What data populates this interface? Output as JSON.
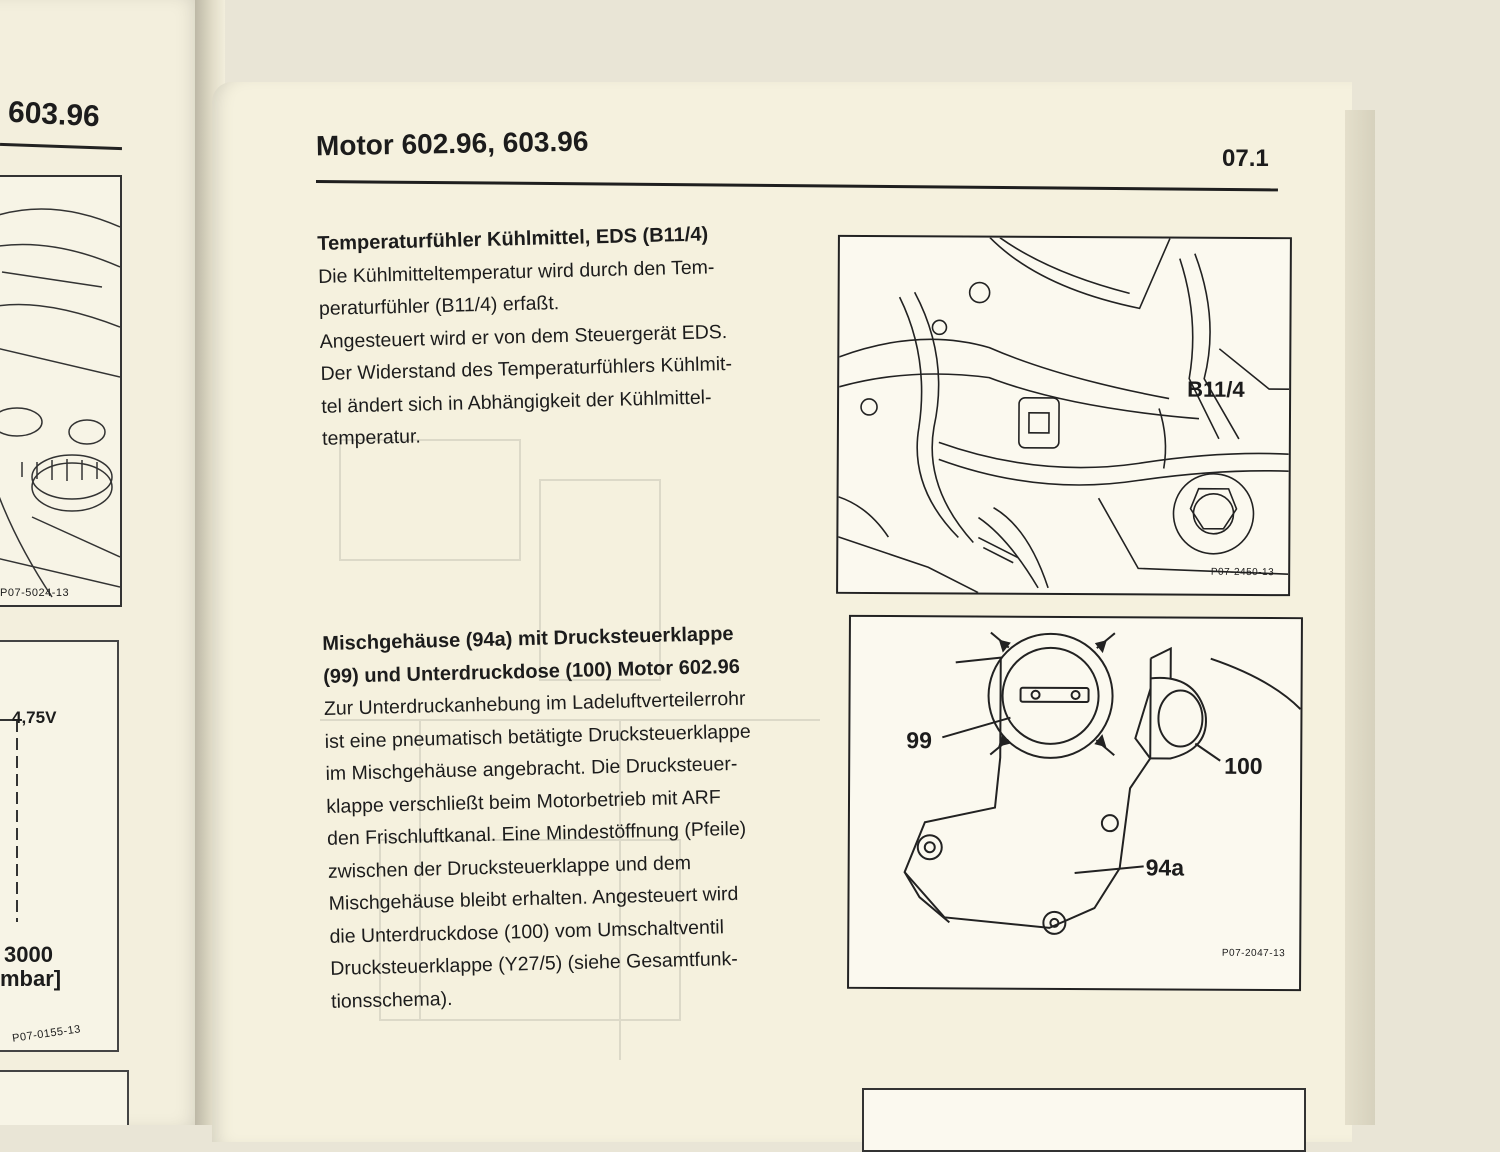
{
  "left_page": {
    "header": "603.96",
    "figure_top_ref": "P07-5024-13",
    "figure_bottom": {
      "voltage": "4,75V",
      "axis_value": "3000",
      "axis_unit": "mbar]",
      "ref": "P07-0155-13"
    }
  },
  "right_page": {
    "title": "Motor 602.96, 603.96",
    "page_number": "07.1",
    "section1": {
      "heading": "Temperaturfühler Kühlmittel, EDS (B11/4)",
      "lines": [
        "Die Kühlmitteltemperatur wird durch den Tem-",
        "peraturfühler (B11/4) erfaßt.",
        "Angesteuert wird er von dem Steuergerät EDS.",
        "Der Widerstand des Temperaturfühlers Kühlmit-",
        "tel ändert sich in Abhängigkeit der Kühlmittel-",
        "temperatur."
      ]
    },
    "figure1": {
      "label": "B11/4",
      "ref": "P07-2450-13"
    },
    "section2": {
      "heading_line1": "Mischgehäuse (94a) mit Drucksteuerklappe",
      "heading_line2": "(99) und Unterdruckdose (100) Motor 602.96",
      "lines": [
        "Zur Unterdruckanhebung im Ladeluftverteilerrohr",
        "ist eine pneumatisch betätigte Drucksteuerklappe",
        "im Mischgehäuse angebracht. Die Drucksteuer-",
        "klappe verschließt beim Motorbetrieb mit ARF",
        "den Frischluftkanal. Eine Mindestöffnung (Pfeile)",
        "zwischen der Drucksteuerklappe und dem",
        "Mischgehäuse bleibt erhalten. Angesteuert wird",
        "die Unterdruckdose (100) vom Umschaltventil",
        "Drucksteuerklappe (Y27/5) (siehe Gesamtfunk-",
        "tionsschema)."
      ]
    },
    "figure2": {
      "label_99": "99",
      "label_100": "100",
      "label_94a": "94a",
      "ref": "P07-2047-13"
    }
  }
}
